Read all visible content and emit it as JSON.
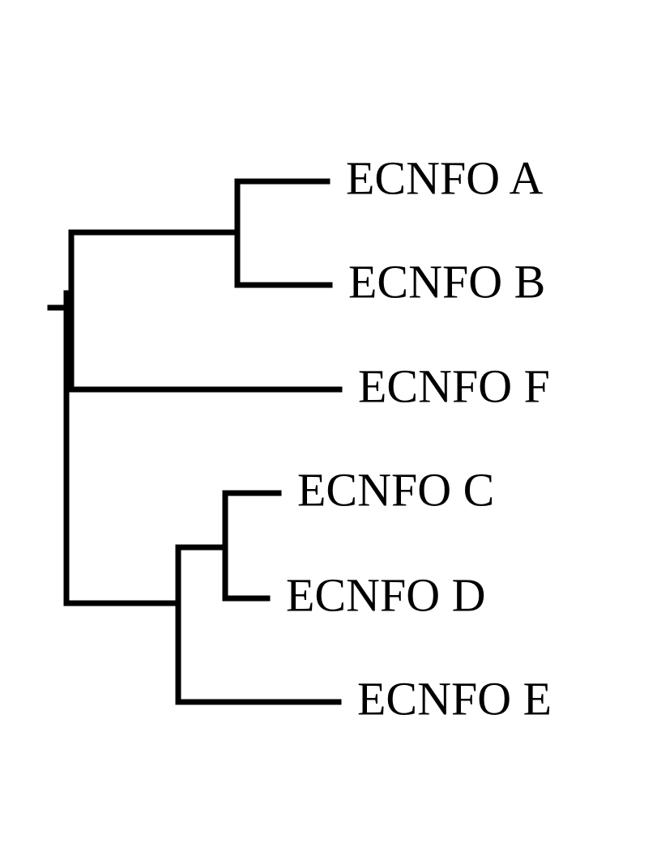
{
  "colors": {
    "branch": "#000000",
    "label": "#000000"
  },
  "tree": {
    "leaves": [
      {
        "id": "a",
        "label": "ECNFO A"
      },
      {
        "id": "b",
        "label": "ECNFO B"
      },
      {
        "id": "f",
        "label": "ECNFO F"
      },
      {
        "id": "c",
        "label": "ECNFO C"
      },
      {
        "id": "d",
        "label": "ECNFO D"
      },
      {
        "id": "e",
        "label": "ECNFO E"
      }
    ],
    "clades": [
      [
        "a",
        "b"
      ],
      [
        [
          "a",
          "b"
        ],
        "f"
      ],
      [
        "c",
        "d"
      ],
      [
        [
          "c",
          "d"
        ],
        "e"
      ],
      [
        [
          [
            "a",
            "b"
          ],
          "f"
        ],
        [
          [
            "c",
            "d"
          ],
          "e"
        ]
      ]
    ]
  }
}
